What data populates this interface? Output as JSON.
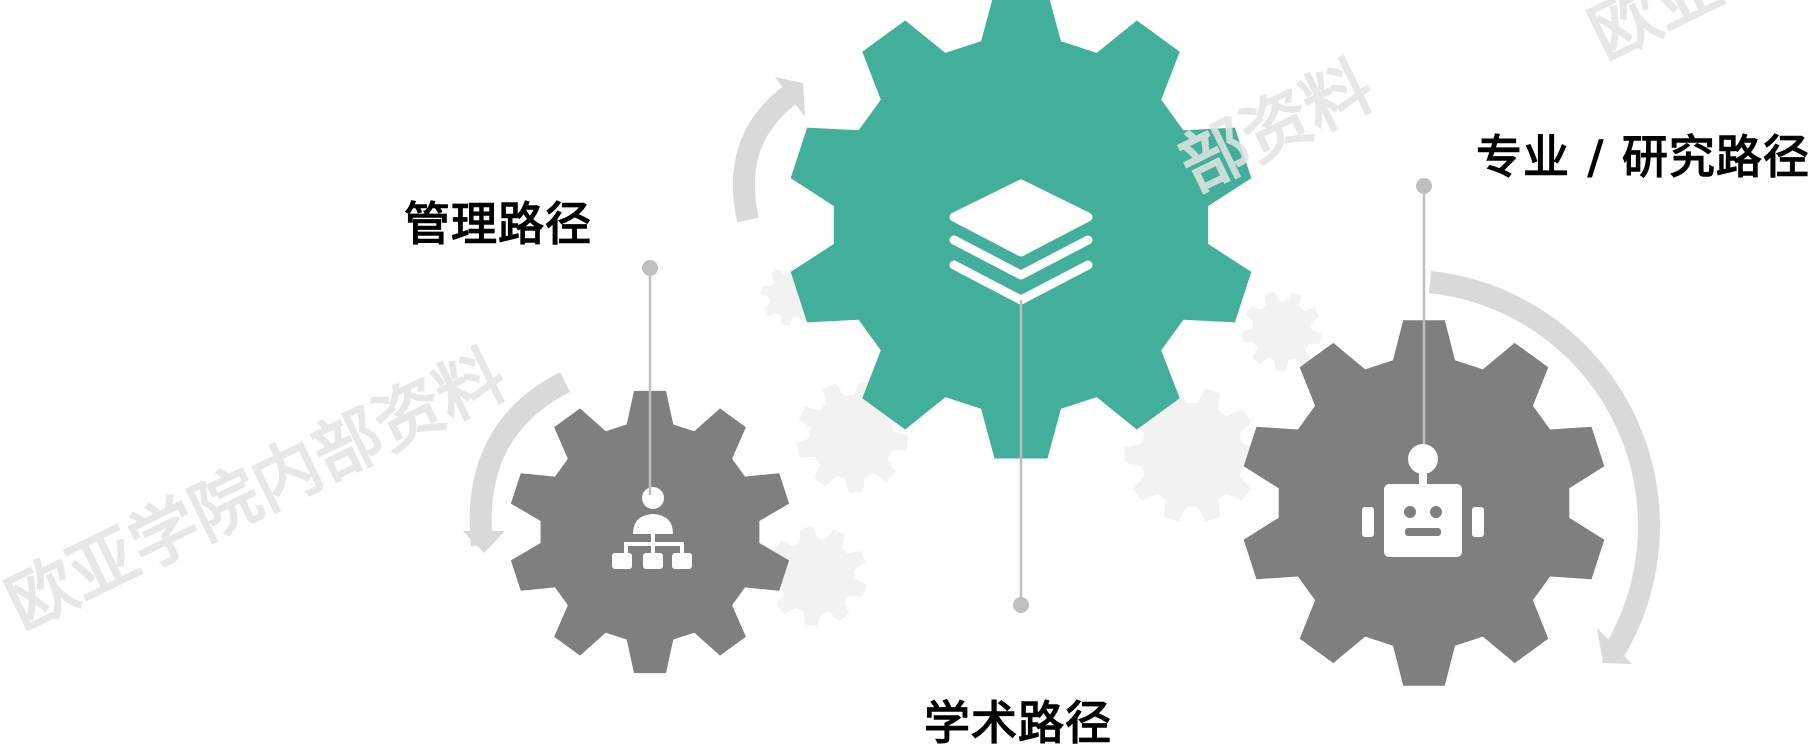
{
  "labels": {
    "management": "管理路径",
    "academic": "学术路径",
    "professional": "专业 / 研究路径"
  },
  "watermarks": {
    "main": "欧亚学院内部资料",
    "fragment": "部资料",
    "corner": "欧亚学"
  },
  "colors": {
    "teal_gear": "#42AF9A",
    "gray_gear": "#7F7F7F",
    "light_gear": "#F2F2F2",
    "arrow": "#D9D9D9",
    "connector": "#BFBFBF",
    "icon": "#FFFFFF"
  },
  "icons": {
    "center": "layers-icon",
    "left": "org-chart-icon",
    "right": "robot-icon"
  }
}
